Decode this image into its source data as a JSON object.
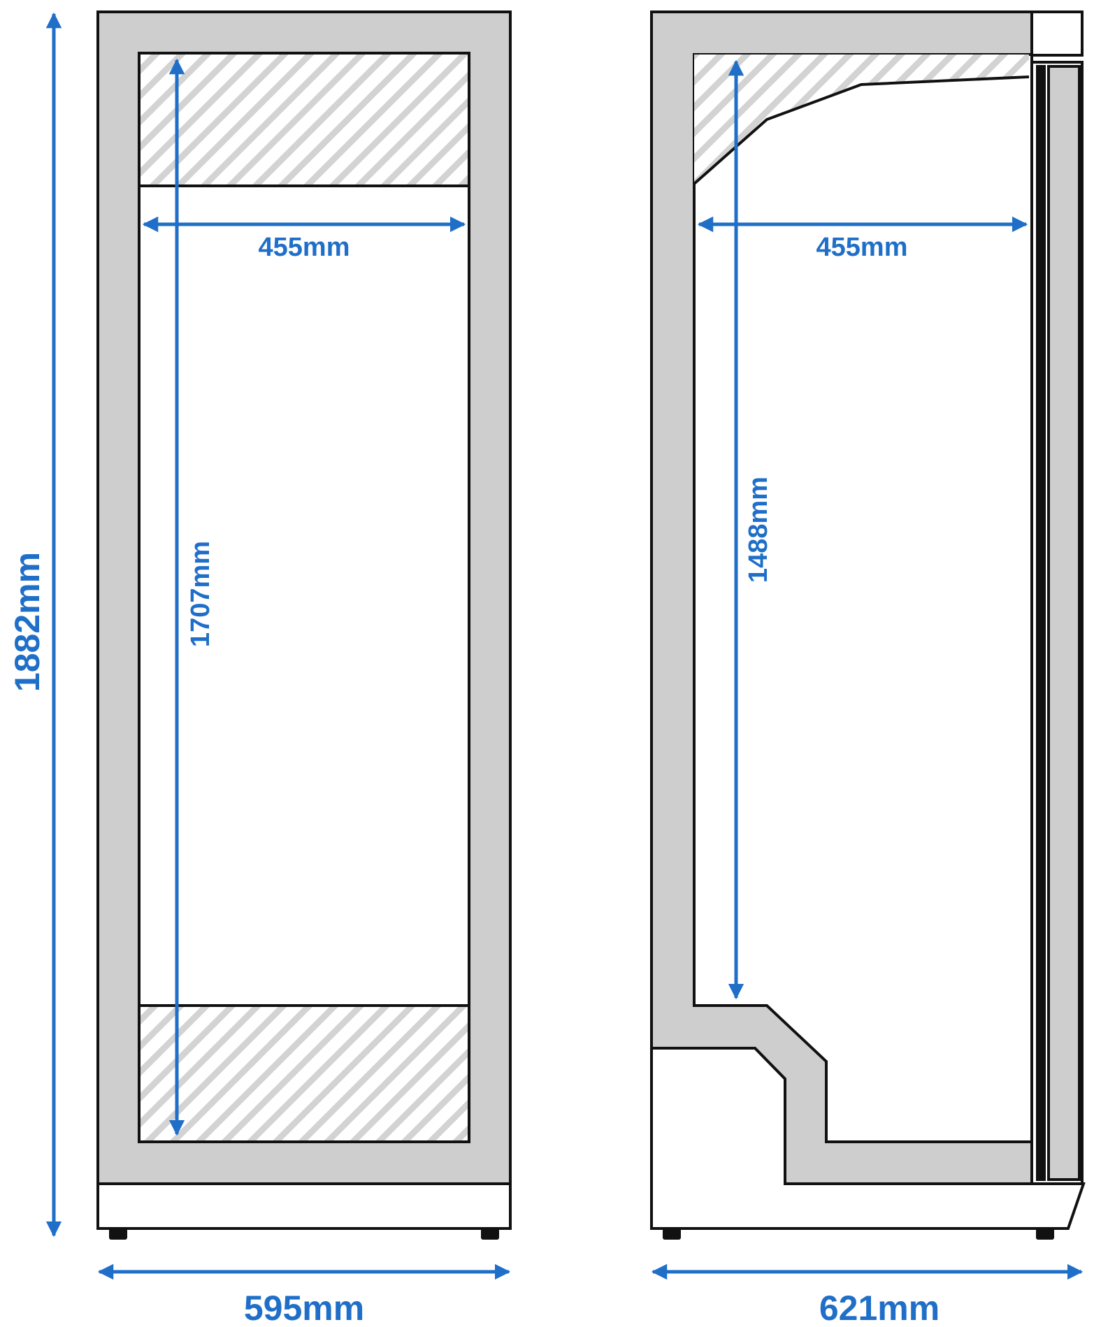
{
  "colors": {
    "dimension": "#1f6fc8",
    "outline": "#111111",
    "wall": "#cecece",
    "hatch": "#d3d3d3",
    "background": "#ffffff"
  },
  "front_view": {
    "overall_height": "1882mm",
    "overall_width": "595mm",
    "interior_width": "455mm",
    "interior_height": "1707mm"
  },
  "side_view": {
    "overall_depth": "621mm",
    "interior_depth": "455mm",
    "interior_height": "1488mm"
  }
}
